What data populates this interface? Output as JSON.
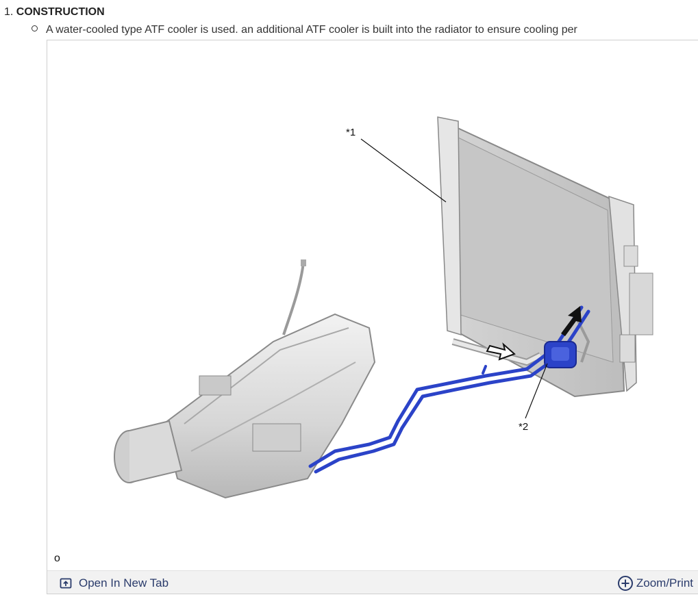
{
  "heading": {
    "number": "1.",
    "title": "CONSTRUCTION"
  },
  "bullet_text": "A water-cooled type ATF cooler is used. an additional ATF cooler is built into the radiator to ensure cooling per",
  "figure": {
    "callout_1": "*1",
    "callout_2": "*2",
    "corner_mark": "o",
    "component_colors": {
      "radiator": "#c9c9c9",
      "transmission": "#d7d7d7",
      "cooler_lines": "#2b43c8"
    }
  },
  "toolbar": {
    "open_label": "Open In New Tab",
    "zoom_label": "Zoom/Print",
    "open_icon": "open-new-tab-icon",
    "zoom_icon": "zoom-plus-icon"
  }
}
